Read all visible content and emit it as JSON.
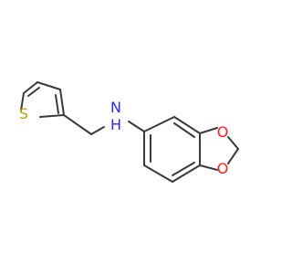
{
  "molecule": {
    "atoms": [
      {
        "id": "S",
        "element": "S",
        "label": "S",
        "color": "#b8a400"
      },
      {
        "id": "N",
        "element": "N",
        "label": "N",
        "sublabel": "H",
        "color": "#2a2aff"
      },
      {
        "id": "O1",
        "element": "O",
        "label": "O",
        "color": "#ff1a1a"
      },
      {
        "id": "O2",
        "element": "O",
        "label": "O",
        "color": "#ff1a1a"
      }
    ],
    "bond_color": "#3a3a3a"
  }
}
